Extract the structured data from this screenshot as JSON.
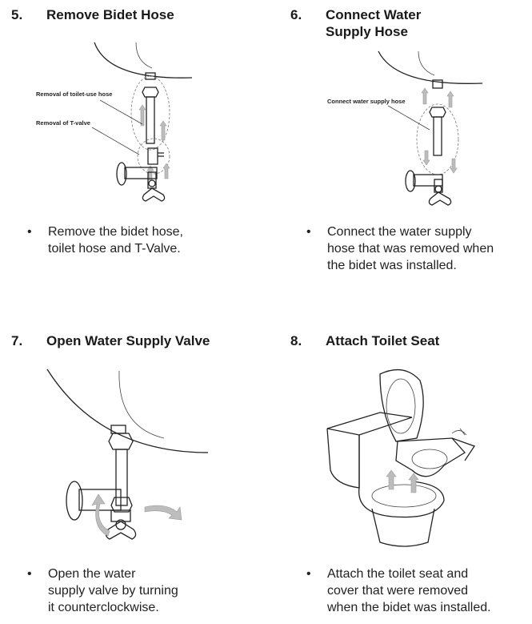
{
  "steps": [
    {
      "number": "5.",
      "title": "Remove Bidet Hose",
      "illustration": "remove-bidet-hose-illustration",
      "callouts": [
        "Removal of toilet-use hose",
        "Removal of T-valve"
      ],
      "text": "Remove the bidet hose,\ntoilet hose and T-Valve."
    },
    {
      "number": "6.",
      "title": "Connect Water\nSupply Hose",
      "illustration": "connect-supply-hose-illustration",
      "callouts": [
        "Connect water supply hose"
      ],
      "text": "Connect the water supply\nhose that was removed when\nthe bidet was installed."
    },
    {
      "number": "7.",
      "title": "Open Water Supply Valve",
      "illustration": "open-valve-illustration",
      "text": "Open the water\nsupply valve by turning\nit counterclockwise."
    },
    {
      "number": "8.",
      "title": "Attach Toilet Seat",
      "illustration": "attach-seat-illustration",
      "text": "Attach the toilet seat and\ncover that were removed\nwhen the bidet was installed."
    }
  ],
  "bullet_symbol": "•"
}
